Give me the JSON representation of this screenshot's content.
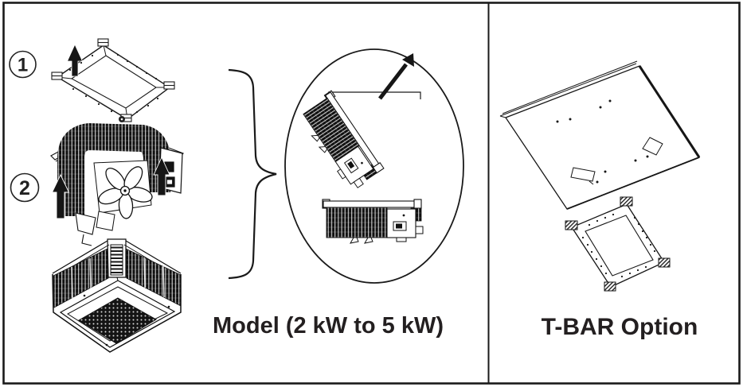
{
  "diagram": {
    "steps": [
      {
        "label": "1"
      },
      {
        "label": "2"
      }
    ],
    "left_caption": "Model (2 kW to 5 kW)",
    "right_caption": "T-BAR Option"
  },
  "colors": {
    "line": "#1a1a1a",
    "text": "#231f20",
    "background": "#ffffff"
  }
}
